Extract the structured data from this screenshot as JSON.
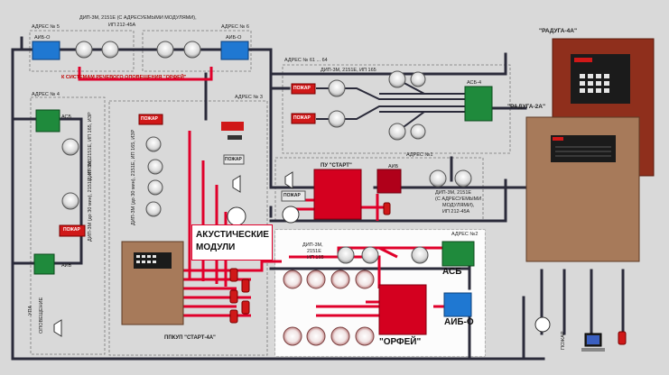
{
  "zones": {
    "addr5": "АДРЕС № 5",
    "addr6": "АДРЕС № 6",
    "addr4": "АДРЕС № 4",
    "addr3": "АДРЕС № 3",
    "addr61_64": "АДРЕС № 61 ... 64",
    "addr1": "АДРЕС №1",
    "addr2": "АДРЕС №2"
  },
  "labels": {
    "top_detector_spec_1": "ДИП-3М, 2151Е (С АДРЕСУЕМЫМИ МОДУЛЯМИ),",
    "top_detector_spec_2": "ИП 212-45А",
    "aib_o_left": "АИБ-О",
    "aib_o_right": "АИБ-О",
    "to_voice_systems": "К СИСТЕМАМ РЕЧЕВОГО ОПОВЕЩЕНИЯ \"ОРФЕЙ\"",
    "raduga_4a": "\"РАДУГА-4А\"",
    "raduga_2a": "\"РАДУГА-2А\"",
    "asb_61": "АСБ-4",
    "spec_61": "ДИП-3М, 2151Е, ИП 165",
    "pozhar": "ПОЖАР",
    "asb_left": "АСБ",
    "left_spec_a": "ДИП-3М, 2151Е, ИП 165, ИЗР",
    "left_spec_b": "ДИП-3М (до 30 мин), 2151Е, ИП 165",
    "aib_left": "АИБ",
    "upa": "УПА",
    "opoveshchenie": "ОПОВЕЩЕНИЕ",
    "mid_spec": "ДИП-3М (до 30 мин), 2151Е, ИП 165, ИЗР",
    "pu_start": "ПУ \"СТАРТ\"",
    "aib_1": "АИБ",
    "spec_addr1_1": "ДИП-3М, 2151Е",
    "spec_addr1_2": "(С АДРЕСУЕМЫМИ",
    "spec_addr1_3": "МОДУЛЯМИ),",
    "spec_addr1_4": "ИП 212-45А",
    "acoustic_1": "АКУСТИЧЕСКИЕ",
    "acoustic_2": "МОДУЛИ",
    "spec_addr2_1": "ДИП-3М,",
    "spec_addr2_2": "2151Е",
    "spec_addr2_3": "ИП 165",
    "asb_2": "АСБ",
    "aib_o_2": "АИБ-О",
    "orfey": "\"ОРФЕЙ\"",
    "ppkup": "ППКУП \"СТАРТ-4А\"",
    "pozhar_bottom": "ПОЖАР"
  },
  "colors": {
    "bg": "#d9d9d9",
    "wire_dark": "#2b2b3a",
    "wire_red": "#e0002a",
    "green_module": "#1f8a3c",
    "blue_module": "#1f78d2",
    "red_module": "#d4001f",
    "panel_brown": "#9a6248",
    "raduga4_brown": "#8f2f1c"
  },
  "icons": [
    "smoke-detector-icon",
    "manual-call-point-icon",
    "siren-icon",
    "fire-extinguisher-icon",
    "fan-icon",
    "computer-icon",
    "speaker-icon",
    "fire-truck-icon",
    "valve-icon"
  ]
}
